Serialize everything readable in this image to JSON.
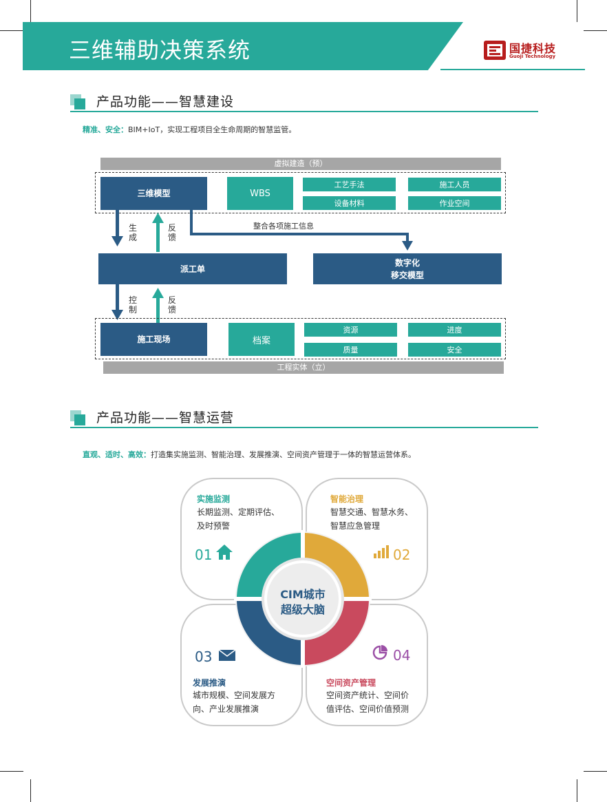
{
  "header": {
    "title": "三维辅助决策系统",
    "logo_text": "国捷科技",
    "logo_sub": "Guoji Technology"
  },
  "section1": {
    "title": "产品功能——智慧建设",
    "intro_bold": "精准、安全：",
    "intro_text": "BIM+IoT，实现工程项目全生命周期的智慧监管。"
  },
  "diagram": {
    "top_bar": "虚拟建造（预）",
    "bottom_bar": "工程实体（立）",
    "model": "三维模型",
    "wbs": "WBS",
    "top_items": [
      "工艺手法",
      "施工人员",
      "设备材料",
      "作业空间"
    ],
    "integrate": "整合各项施工信息",
    "gen": "生成",
    "feedback": "反馈",
    "control": "控制",
    "dispatch": "派工单",
    "digital_line1": "数字化",
    "digital_line2": "移交模型",
    "site": "施工现场",
    "archive": "档案",
    "bottom_items": [
      "资源",
      "进度",
      "质量",
      "安全"
    ]
  },
  "section2": {
    "title": "产品功能——智慧运营",
    "intro_bold": "直观、适时、高效：",
    "intro_text": "打造集实施监测、智能治理、发展推演、空间资产管理于一体的智慧运营体系。"
  },
  "cim": {
    "center_line1": "CIM城市",
    "center_line2": "超级大脑",
    "colors": {
      "teal": "#27a99a",
      "orange": "#e0a93a",
      "navy": "#2b5b85",
      "red": "#c94a5e",
      "purple": "#9b4fa6"
    },
    "cards": [
      {
        "num": "01",
        "title": "实施监测",
        "desc1": "长期监测、定期评估、",
        "desc2": "及时预警",
        "icon": "home-icon"
      },
      {
        "num": "02",
        "title": "智能治理",
        "desc1": "智慧交通、智慧水务、",
        "desc2": "智慧应急管理",
        "icon": "bar-chart-icon"
      },
      {
        "num": "03",
        "title": "发展推演",
        "desc1": "城市规模、空间发展方",
        "desc2": "向、产业发展推演",
        "icon": "mail-icon"
      },
      {
        "num": "04",
        "title": "空间资产管理",
        "desc1": "空间资产统计、空间价",
        "desc2": "值评估、空间价值预测",
        "icon": "pie-chart-icon"
      }
    ]
  }
}
